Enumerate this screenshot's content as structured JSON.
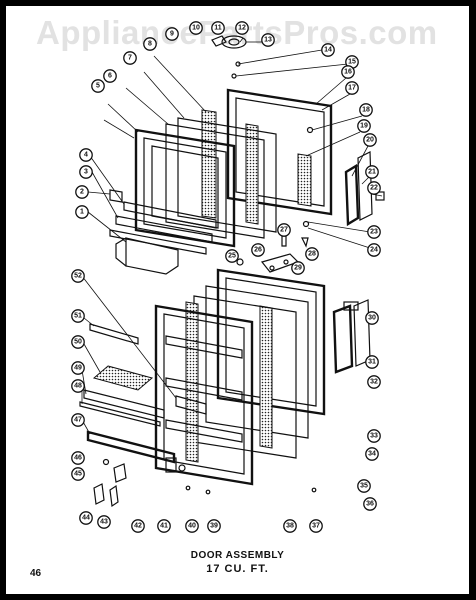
{
  "watermark": "AppliancePartsPros.com",
  "caption": {
    "line1": "DOOR ASSEMBLY",
    "line2": "17 CU. FT."
  },
  "page_number": "46",
  "callouts": [
    "1",
    "2",
    "3",
    "4",
    "5",
    "6",
    "7",
    "8",
    "9",
    "10",
    "11",
    "12",
    "13",
    "14",
    "15",
    "16",
    "17",
    "18",
    "19",
    "20",
    "21",
    "22",
    "23",
    "24",
    "25",
    "26",
    "27",
    "28",
    "29",
    "30",
    "31",
    "32",
    "33",
    "34",
    "35",
    "36",
    "37",
    "38",
    "39",
    "40",
    "41",
    "42",
    "43",
    "44",
    "45",
    "46",
    "47",
    "48",
    "49",
    "50",
    "51",
    "52"
  ]
}
